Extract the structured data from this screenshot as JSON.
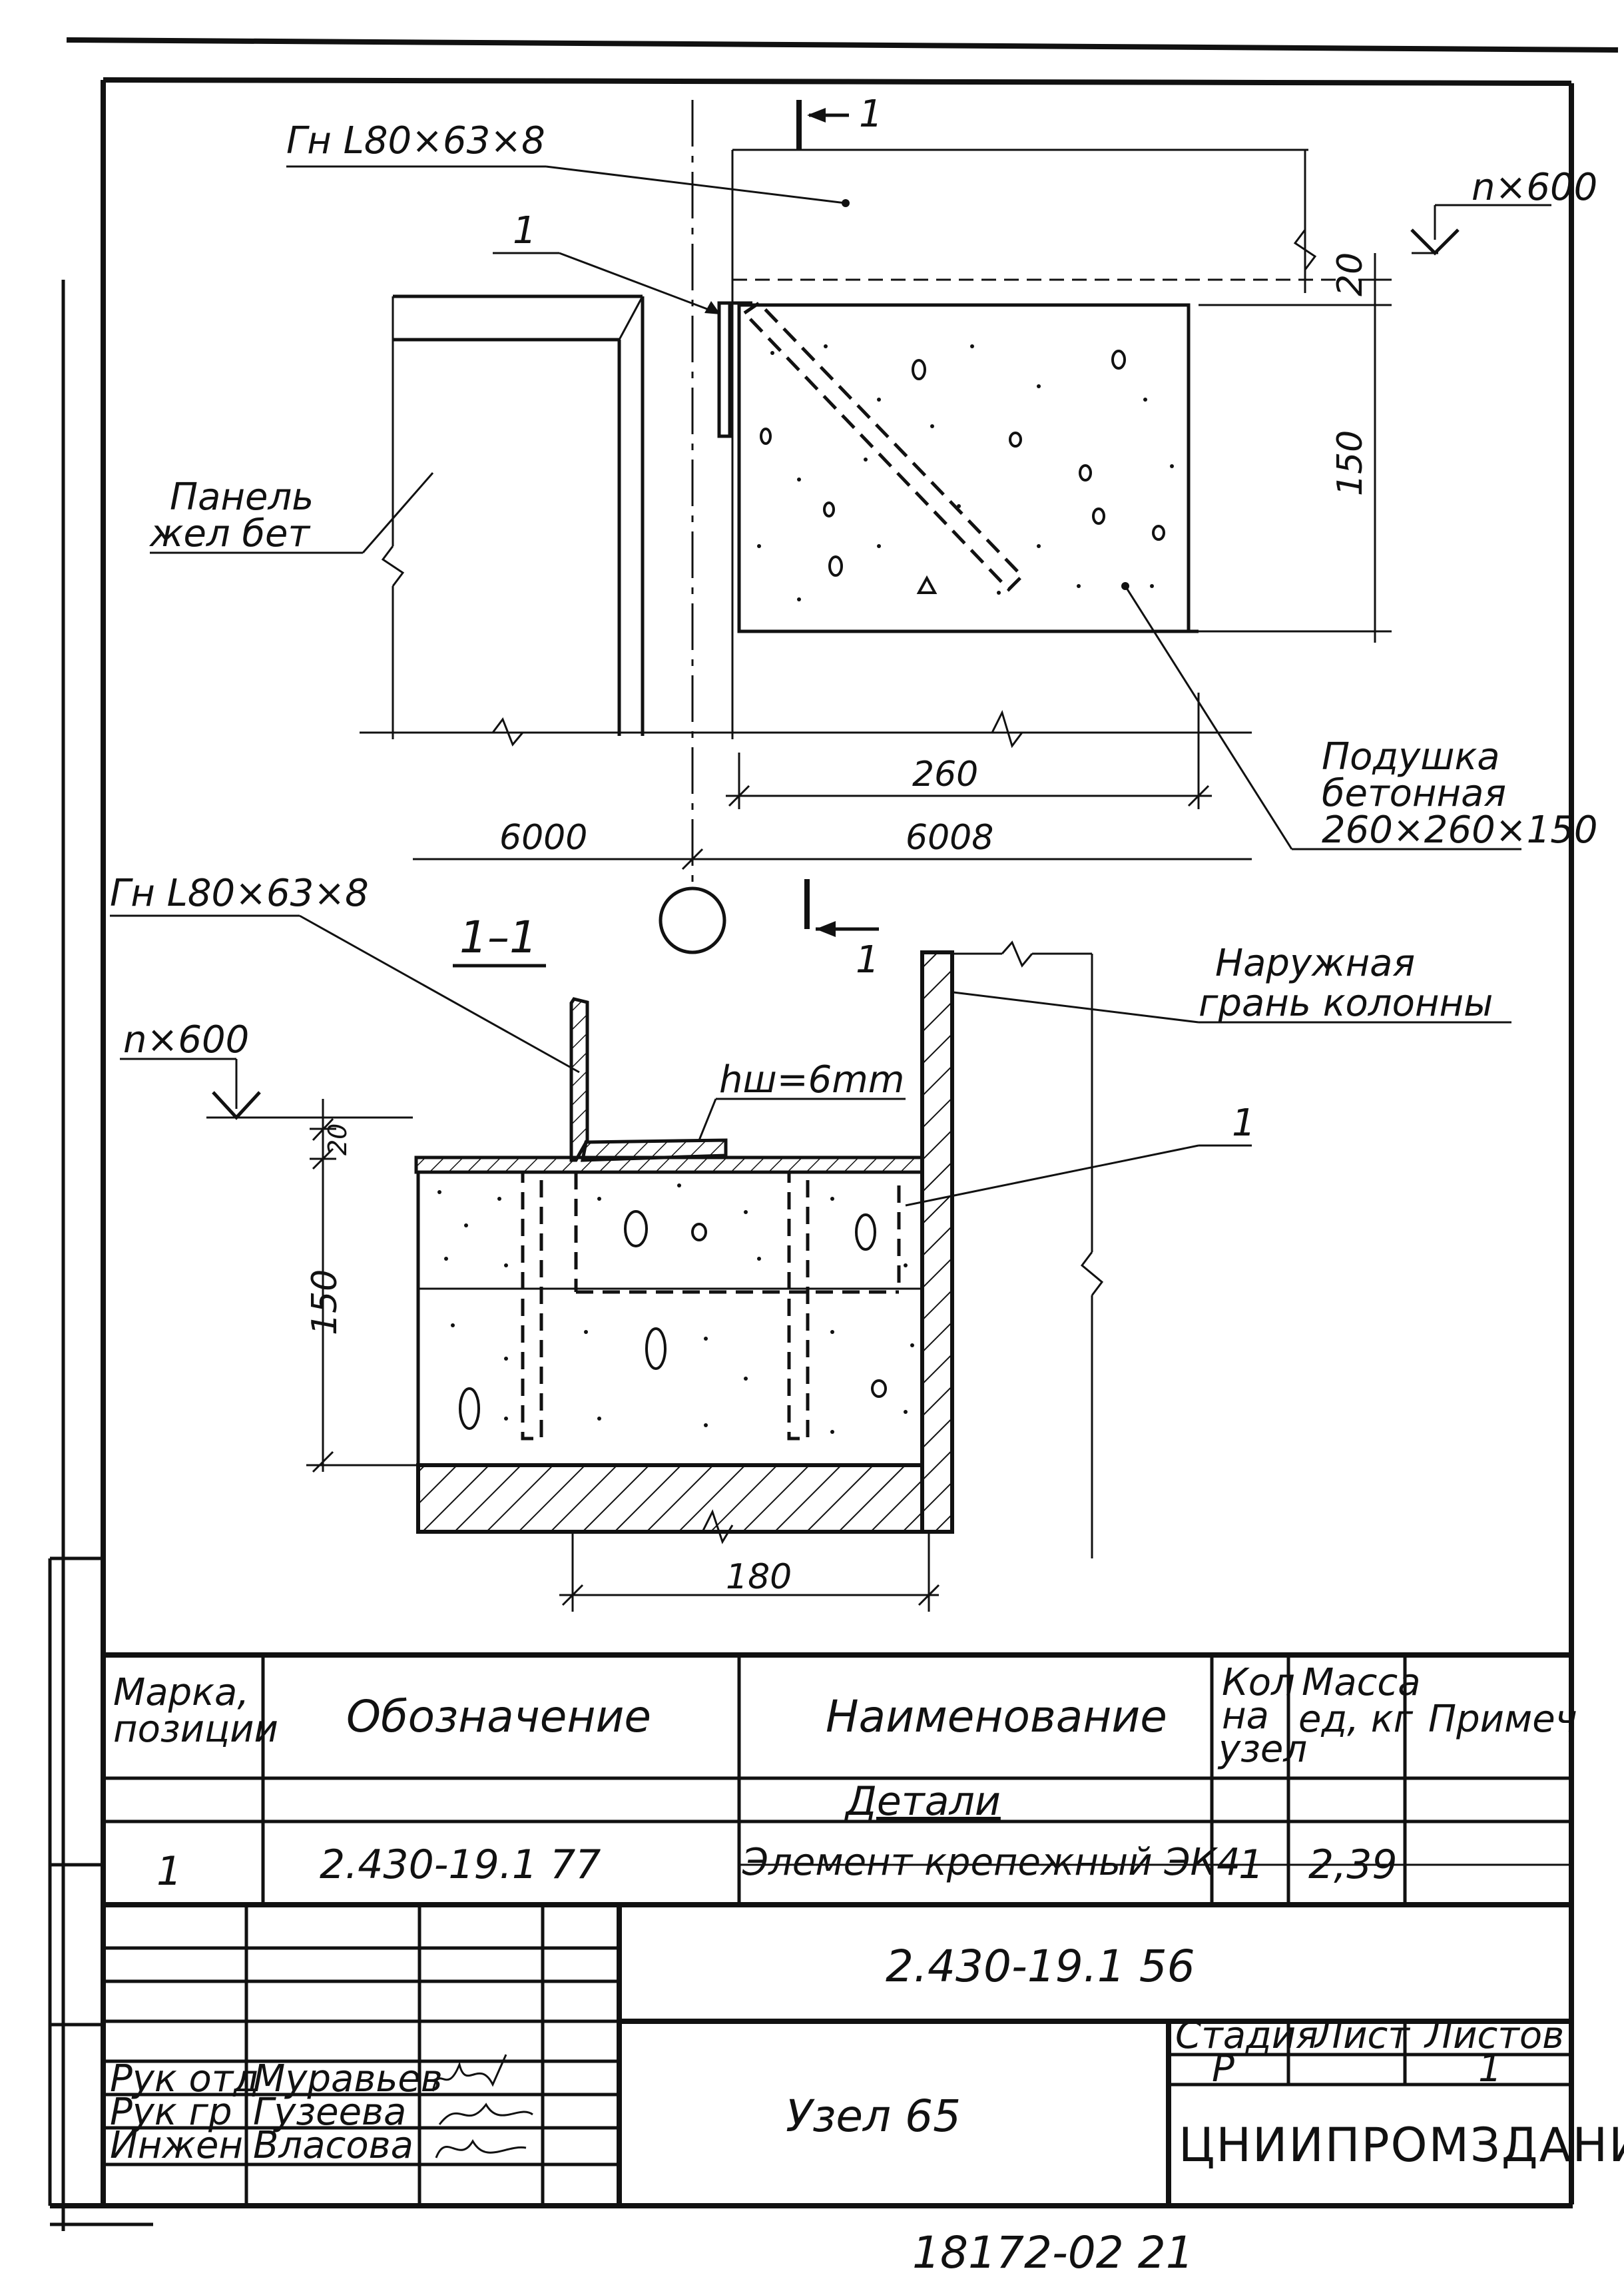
{
  "plan_view": {
    "angle_label": "Гн L80×63×8",
    "section_mark": "1",
    "item_callout": "1",
    "level_label": "n×600",
    "dim_20": "20",
    "dim_150": "150",
    "panel_label_line1": "Панель",
    "panel_label_line2": "жел бет",
    "dim_260": "260",
    "pad_label_line1": "Подушка",
    "pad_label_line2": "бетонная",
    "pad_label_line3": "260×260×150",
    "axis_dim_left": "6000",
    "axis_dim_right": "6008"
  },
  "section_view": {
    "title": "1–1",
    "angle_label": "Гн L80×63×8",
    "section_mark": "1",
    "level_label": "n×600",
    "weld_label": "hш=6mm",
    "column_label_line1": "Наружная",
    "column_label_line2": "грань колонны",
    "item_callout": "1",
    "dim_20": "20",
    "dim_150": "150",
    "dim_180": "180"
  },
  "spec_table": {
    "headers": {
      "mark": [
        "Марка,",
        "позиции"
      ],
      "designation": "Обозначение",
      "name": "Наименование",
      "qty": [
        "Кол",
        "на",
        "узел"
      ],
      "mass": [
        "Масса",
        "ед, кг"
      ],
      "note": "Примеч"
    },
    "group_label": "Детали",
    "rows": [
      {
        "mark": "1",
        "designation": "2.430-19.1 77",
        "name": "Элемент крепежный ЭК4",
        "qty": "1",
        "mass": "2,39",
        "note": ""
      }
    ]
  },
  "title_block": {
    "doc_code": "2.430-19.1 56",
    "title": "Узел 65",
    "roles": [
      "Рук отд",
      "Рук гр",
      "Инжен"
    ],
    "names": [
      "Муравьев",
      "Гузеева",
      "Власова"
    ],
    "stage_header": "Стадия",
    "sheet_header": "Лист",
    "sheets_header": "Листов",
    "stage": "Р",
    "sheet": "",
    "sheets": "1",
    "organization": "ЦНИИПРОМЗДАНИЙ"
  },
  "footer_code": "18172-02 21"
}
